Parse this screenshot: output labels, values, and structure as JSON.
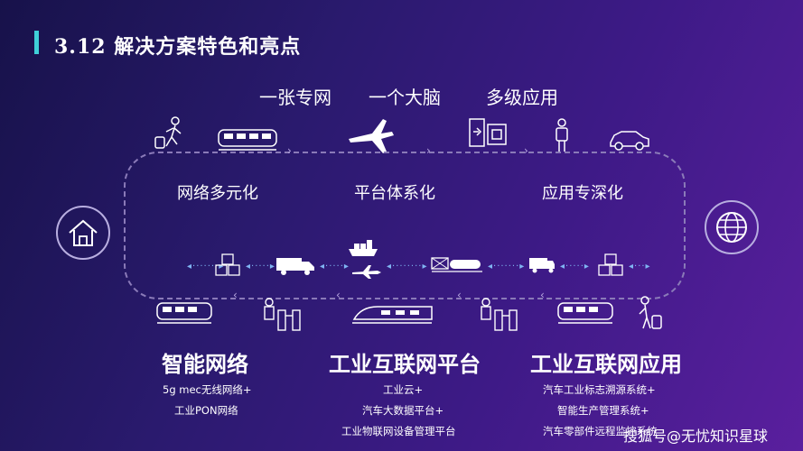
{
  "title": "3.12 解决方案特色和亮点",
  "top_labels": [
    "一张专网",
    "一个大脑",
    "多级应用"
  ],
  "mid_labels": [
    "网络多元化",
    "平台体系化",
    "应用专深化"
  ],
  "headings": [
    "智能网络",
    "工业互联网平台",
    "工业互联网应用"
  ],
  "col1": [
    "5g mec无线网络+",
    "工业PON网络"
  ],
  "col2": [
    "工业云+",
    "汽车大数据平台+",
    "工业物联网设备管理平台"
  ],
  "col3": [
    "汽车工业标志溯源系统+",
    "智能生产管理系统+",
    "汽车零部件远程监控系统"
  ],
  "watermark": "搜狐号@无忧知识星球",
  "colors": {
    "accent": "#3fd0d8",
    "background": "#2a1a6e"
  }
}
